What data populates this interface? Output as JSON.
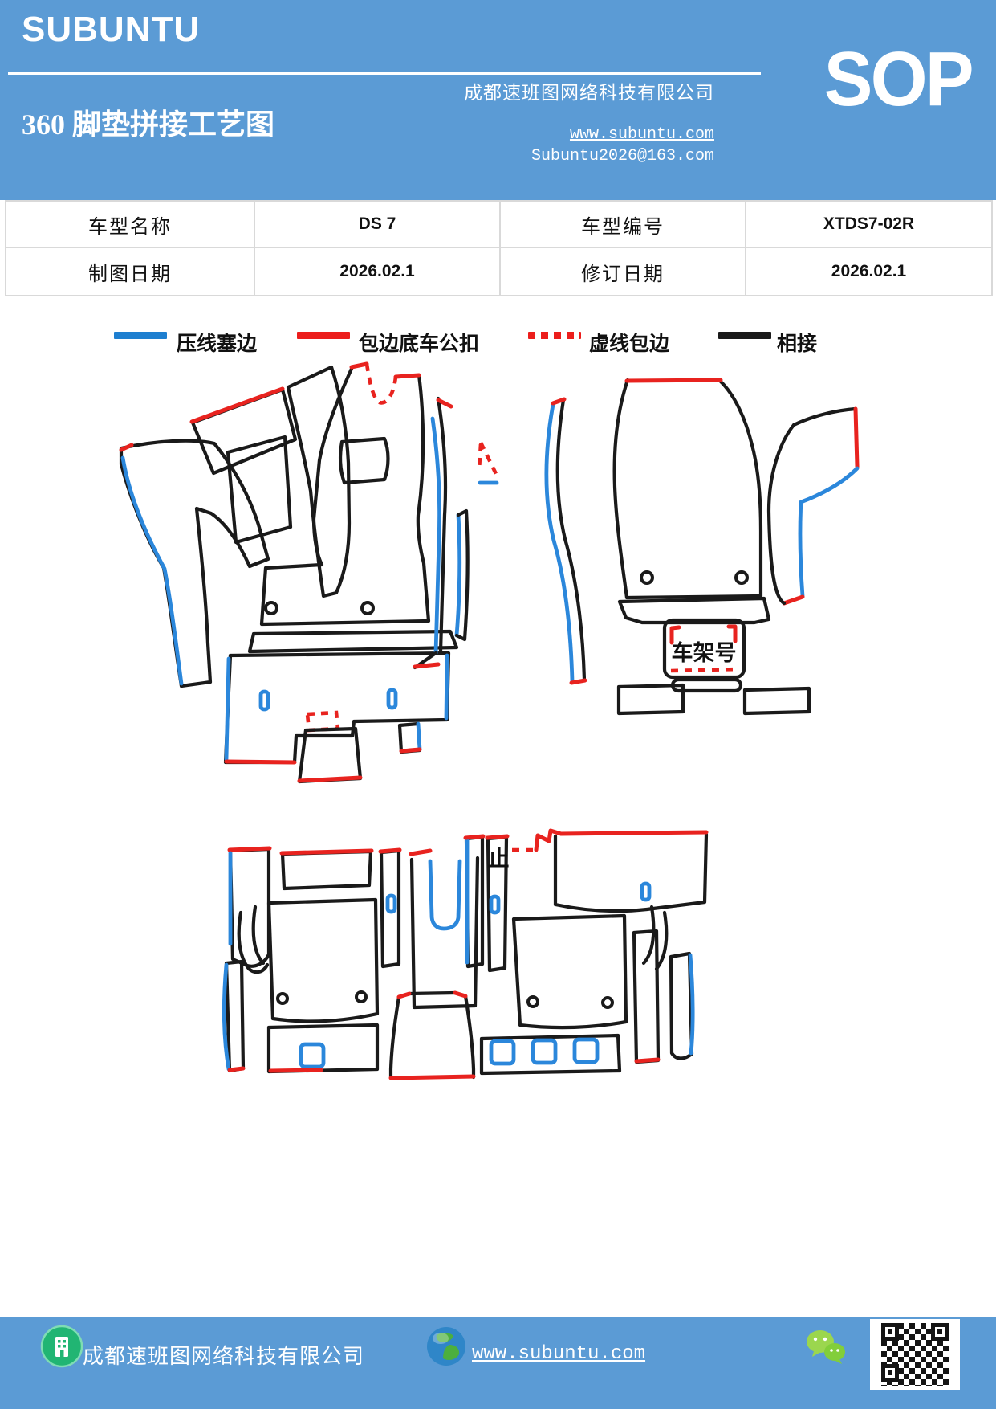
{
  "header": {
    "brand": "SUBUNTU",
    "title": "360 脚垫拼接工艺图",
    "company": "成都速班图网络科技有限公司",
    "website": "www.subuntu.com",
    "email": "Subuntu2026@163.com",
    "sop_label": "SOP"
  },
  "table": {
    "rows": [
      [
        "车型名称",
        "DS 7",
        "车型编号",
        "XTDS7-02R"
      ],
      [
        "制图日期",
        "2026.02.1",
        "修订日期",
        "2026.02.1"
      ]
    ]
  },
  "legend": {
    "items": [
      {
        "label": "压线塞边",
        "color": "#1E7FD0",
        "style": "solid"
      },
      {
        "label": "包边底车公扣",
        "color": "#EC1E1C",
        "style": "solid"
      },
      {
        "label": "虚线包边",
        "color": "#EC1E1C",
        "style": "dotted"
      },
      {
        "label": "相接",
        "color": "#1A1A1A",
        "style": "solid"
      }
    ]
  },
  "diagram": {
    "frame_number_label": "车架号",
    "stop_label": "止"
  },
  "footer": {
    "company": "成都速班图网络科技有限公司",
    "website": "www.subuntu.com"
  },
  "colors": {
    "header_blue": "#5B9BD5",
    "line_blue": "#2B87DB",
    "line_red": "#E8231F",
    "line_black": "#1A1A1A",
    "table_border": "#D9D9D9"
  }
}
